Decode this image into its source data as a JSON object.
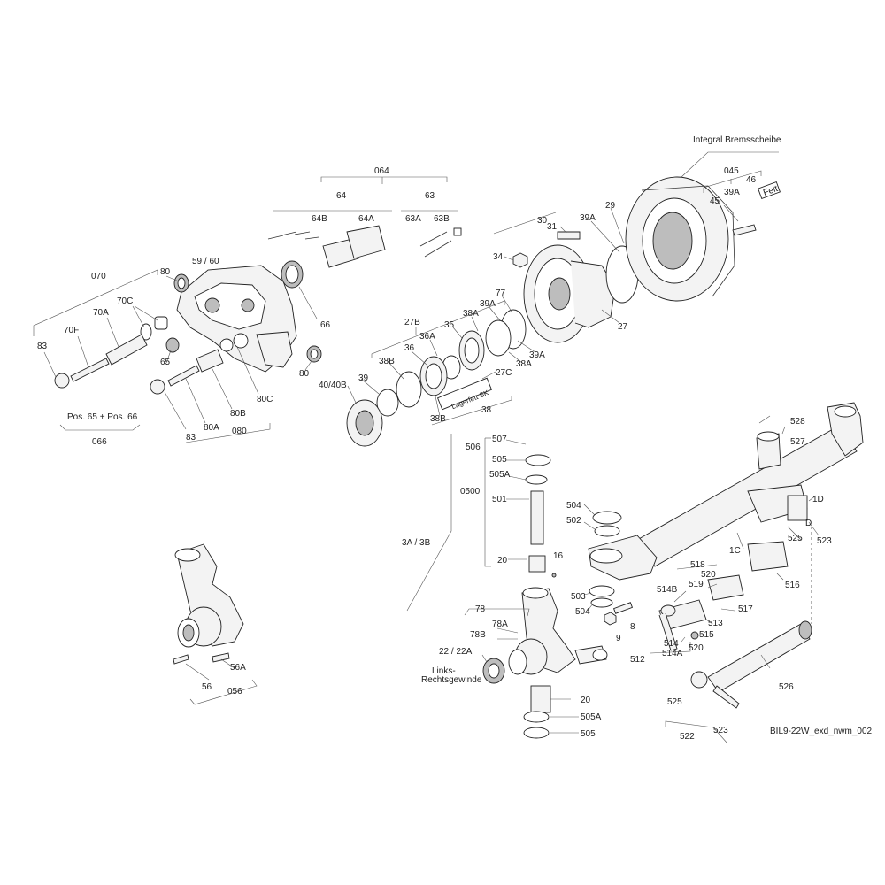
{
  "drawing_id": "BIL9-22W_exd_nwm_002",
  "labels": {
    "l_064": "064",
    "l_64": "64",
    "l_63": "63",
    "l_64B": "64B",
    "l_64A": "64A",
    "l_63A": "63A",
    "l_63B": "63B",
    "l_070": "070",
    "l_80_top": "80",
    "l_59_60": "59 / 60",
    "l_70C": "70C",
    "l_70A": "70A",
    "l_70F": "70F",
    "l_83_left": "83",
    "l_65": "65",
    "l_66": "66",
    "l_80_right": "80",
    "l_80C": "80C",
    "l_80B": "80B",
    "l_80A": "80A",
    "l_83_bottom": "83",
    "l_080": "080",
    "l_pos": "Pos. 65 + Pos. 66",
    "l_066": "066",
    "l_30": "30",
    "l_31": "31",
    "l_34": "34",
    "l_39A_hub": "39A",
    "l_29": "29",
    "l_27": "27",
    "l_integral": "Integral Bremsscheibe",
    "l_045": "045",
    "l_46": "46",
    "l_39A_kit": "39A",
    "l_45": "45",
    "l_felt": "Felt",
    "l_77": "77",
    "l_39A_seal": "39A",
    "l_38A_a": "38A",
    "l_35": "35",
    "l_27B": "27B",
    "l_36A": "36A",
    "l_36": "36",
    "l_38B_a": "38B",
    "l_39A_b": "39A",
    "l_38A_b": "38A",
    "l_27C": "27C",
    "l_39": "39",
    "l_40_40B": "40/40B",
    "l_lagerfett": "Lagerfett SK",
    "l_38B_b": "38B",
    "l_38": "38",
    "l_507": "507",
    "l_506": "506",
    "l_505_top": "505",
    "l_505A_top": "505A",
    "l_0500": "0500",
    "l_501": "501",
    "l_20_top": "20",
    "l_16": "16",
    "l_504_top": "504",
    "l_502": "502",
    "l_503": "503",
    "l_504_bottom": "504",
    "l_8": "8",
    "l_9": "9",
    "l_3A3B": "3A / 3B",
    "l_528": "528",
    "l_527": "527",
    "l_1D": "1D",
    "l_D": "D",
    "l_525_top": "525",
    "l_523_top": "523",
    "l_1C": "1C",
    "l_516": "516",
    "l_518": "518",
    "l_520_top": "520",
    "l_519": "519",
    "l_514B": "514B",
    "l_517": "517",
    "l_513": "513",
    "l_515": "515",
    "l_514": "514",
    "l_514A": "514A",
    "l_520_bottom": "520",
    "l_512": "512",
    "l_526": "526",
    "l_525_bottom": "525",
    "l_523_bottom": "523",
    "l_522": "522",
    "l_78": "78",
    "l_78A": "78A",
    "l_78B": "78B",
    "l_22_22A": "22 / 22A",
    "l_links": "Links-",
    "l_rechts": "Rechtsgewinde",
    "l_20_bottom": "20",
    "l_505A_bottom": "505A",
    "l_505_bottom": "505",
    "l_56A": "56A",
    "l_56": "56",
    "l_056": "056"
  }
}
